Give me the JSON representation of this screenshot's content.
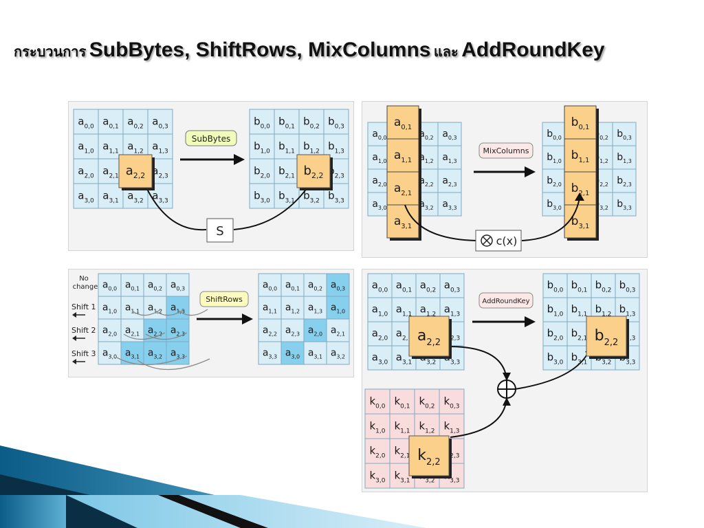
{
  "title": {
    "prefix": "กระบวนการ",
    "steps": "SubBytes, ShiftRows, MixColumns",
    "conjunction": "และ",
    "last": "AddRoundKey"
  },
  "labels": {
    "subbytes": "SubBytes",
    "shiftrows": "ShiftRows",
    "mixcolumns": "MixColumns",
    "addroundkey": "AddRoundKey",
    "sbox": "S",
    "cx": "c(x)",
    "no_change": [
      "No",
      "change"
    ],
    "shift1": "Shift 1",
    "shift2": "Shift 2",
    "shift3": "Shift 3"
  },
  "colors": {
    "cell_blue": "#daeef7",
    "cell_blue_dark": "#86d0ee",
    "cell_orange": "#fbd08a",
    "cell_pink": "#f9dcdc",
    "label_green": "#f0fbbc",
    "label_yellow": "#fbfbbf",
    "label_pink": "#fde8e8",
    "grid_stroke": "#7ea9c2"
  },
  "matrices": {
    "a": [
      [
        "0,0",
        "0,1",
        "0,2",
        "0,3"
      ],
      [
        "1,0",
        "1,1",
        "1,2",
        "1,3"
      ],
      [
        "2,0",
        "2,1",
        "2,2",
        "2,3"
      ],
      [
        "3,0",
        "3,1",
        "3,2",
        "3,3"
      ]
    ],
    "shifted": [
      [
        "0,0",
        "0,1",
        "0,2",
        "0,3"
      ],
      [
        "1,1",
        "1,2",
        "1,3",
        "1,0"
      ],
      [
        "2,2",
        "2,3",
        "2,0",
        "2,1"
      ],
      [
        "3,3",
        "3,0",
        "3,1",
        "3,2"
      ]
    ]
  }
}
